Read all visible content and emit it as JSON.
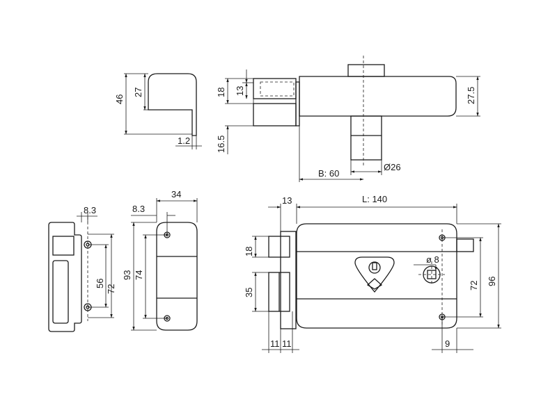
{
  "side_view": {
    "dim_46": "46",
    "dim_27": "27",
    "dim_1_2": "1.2"
  },
  "top_view": {
    "dim_18": "18",
    "dim_13": "13",
    "dim_16_5": "16.5",
    "dim_27_5": "27.5",
    "dim_backset": "B: 60",
    "dim_cylinder": "Ø26"
  },
  "strike_plate": {
    "dim_8_3": "8.3",
    "dim_56": "56",
    "dim_72": "72"
  },
  "keeper": {
    "dim_34": "34",
    "dim_8_3": "8.3",
    "dim_93": "93",
    "dim_74": "74"
  },
  "front_view": {
    "dim_13": "13",
    "dim_length": "L: 140",
    "dim_18": "18",
    "dim_35": "35",
    "dim_11a": "11",
    "dim_11b": "11",
    "dim_hole": "ø 8",
    "dim_72": "72",
    "dim_96": "96",
    "dim_9": "9"
  }
}
